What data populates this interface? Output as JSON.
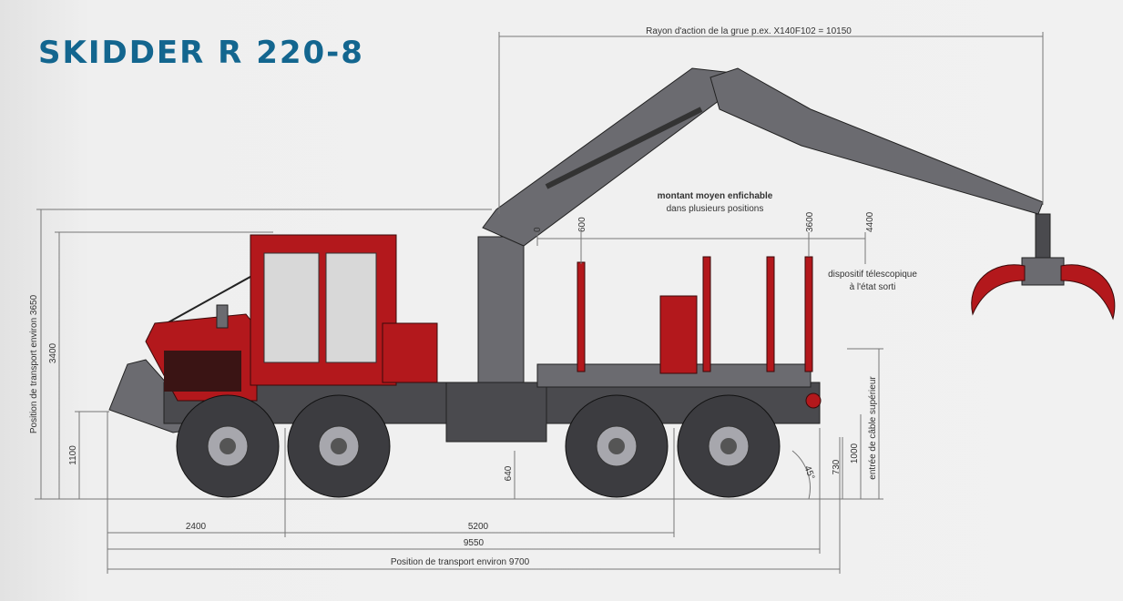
{
  "title": "SKIDDER R 220-8",
  "dimensions": {
    "crane_reach": "Rayon d'action de la grue p.ex. X140F102 = 10150",
    "transport_height": "Position de transport environ 3650",
    "height_3400": "3400",
    "height_1100": "1100",
    "length_2400": "2400",
    "length_5200": "5200",
    "length_9550": "9550",
    "transport_length": "Position de transport environ 9700",
    "ground_clearance": "640",
    "height_730": "730",
    "height_1000": "1000",
    "angle": "45°",
    "cable_entry": "entrée de câble supérieur",
    "stake_0": "0",
    "stake_600": "600",
    "stake_3600": "3600",
    "stake_4400": "4400"
  },
  "notes": {
    "middle_stake_line1": "montant moyen enfichable",
    "middle_stake_line2": "dans plusieurs positions",
    "telescopic_line1": "dispositif télescopique",
    "telescopic_line2": "à l'état sorti"
  },
  "colors": {
    "title": "#13668f",
    "machine_red": "#b3181c",
    "machine_grey": "#4a4a4e"
  }
}
